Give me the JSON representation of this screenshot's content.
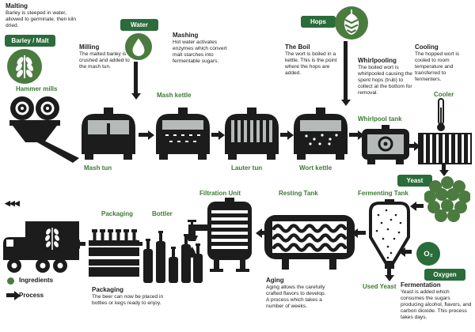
{
  "palette": {
    "green_icon": "#4b7b3f",
    "green_text": "#3c7a33",
    "badge_green": "#2a6c3a",
    "ink": "#1c1c1c"
  },
  "legend": {
    "ingredients": "Ingredients",
    "process": "Process",
    "chevrons": "◀◀◀"
  },
  "labels": {
    "barley_malt": "Barley / Malt",
    "water": "Water",
    "hops": "Hops",
    "yeast": "Yeast",
    "oxygen": "Oxygen",
    "o2": "O₂",
    "used_yeast": "Used Yeast",
    "hammer_mills": "Hammer mills",
    "mash_tun": "Mash tun",
    "mash_kettle": "Mash kettle",
    "lauter_tun": "Lauter tun",
    "wort_kettle": "Wort kettle",
    "whirlpool_tank": "Whirlpool tank",
    "cooler": "Cooler",
    "fermenting_tank": "Fermenting Tank",
    "resting_tank": "Resting Tank",
    "filtration_unit": "Filtration Unit",
    "bottler": "Bottler",
    "packaging": "Packaging"
  },
  "steps": {
    "malting": {
      "title": "Malting",
      "body": "Barley is steeped in water, allowed to germinate, then kiln dried."
    },
    "milling": {
      "title": "Milling",
      "body": "The malted barley is crushed and added to the mash tun."
    },
    "mashing": {
      "title": "Mashing",
      "body": "Hot water activates enzymes which convert malt starches into fermentable sugars."
    },
    "the_boil": {
      "title": "The Boil",
      "body": "The wort is boiled in a kettle. This is the point where the hops are added."
    },
    "whirlpooling": {
      "title": "Whirlpooling",
      "body": "The boiled wort is whirlpooled causing the spent hops (trub) to collect at the bottom for removal."
    },
    "cooling": {
      "title": "Cooling",
      "body": "The hopped wort is cooled to room temperature and transferred to fermenters."
    },
    "fermentation": {
      "title": "Fermentation",
      "body": "Yeast is added which consumes the sugars producing alcohol, flavors, and carbon dioxide. This process takes days."
    },
    "aging": {
      "title": "Aging",
      "body": "Aging allows the carefully crafted flavors to develop. A process which takes a number of weeks."
    },
    "packaging": {
      "title": "Packaging",
      "body": "The beer can now be placed in bottles or kegs ready to enjoy."
    }
  }
}
